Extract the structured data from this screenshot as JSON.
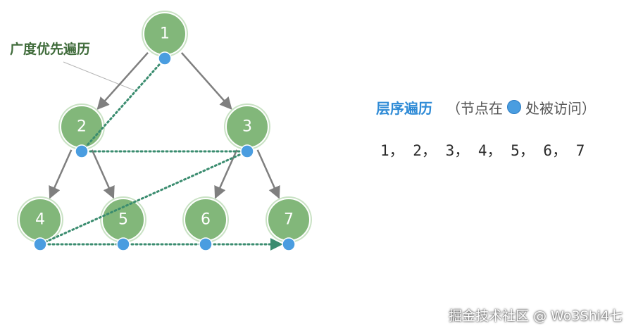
{
  "annotation": {
    "label": "广度优先遍历"
  },
  "legend": {
    "title": "层序遍历",
    "paren_open": "（节点在",
    "paren_close": "处被访问）"
  },
  "sequence": "1， 2， 3， 4， 5， 6， 7",
  "watermark": "掘金技术社区 @ Wo3Shi4七",
  "tree": {
    "nodes": [
      {
        "id": "1",
        "label": "1"
      },
      {
        "id": "2",
        "label": "2"
      },
      {
        "id": "3",
        "label": "3"
      },
      {
        "id": "4",
        "label": "4"
      },
      {
        "id": "5",
        "label": "5"
      },
      {
        "id": "6",
        "label": "6"
      },
      {
        "id": "7",
        "label": "7"
      }
    ],
    "edges": [
      {
        "from": "1",
        "to": "2"
      },
      {
        "from": "1",
        "to": "3"
      },
      {
        "from": "2",
        "to": "4"
      },
      {
        "from": "2",
        "to": "5"
      },
      {
        "from": "3",
        "to": "6"
      },
      {
        "from": "3",
        "to": "7"
      }
    ],
    "visit_order": [
      "1",
      "2",
      "3",
      "4",
      "5",
      "6",
      "7"
    ]
  },
  "colors": {
    "node_fill": "#82b77a",
    "node_ring": "#c9e2c4",
    "edge": "#7f7f7f",
    "dot": "#4a9de0",
    "path": "#3a8c6f",
    "legend_title": "#2f8bd6",
    "annotation": "#3f6b3a"
  },
  "icons": {
    "visit_marker": "blue-dot-icon"
  }
}
